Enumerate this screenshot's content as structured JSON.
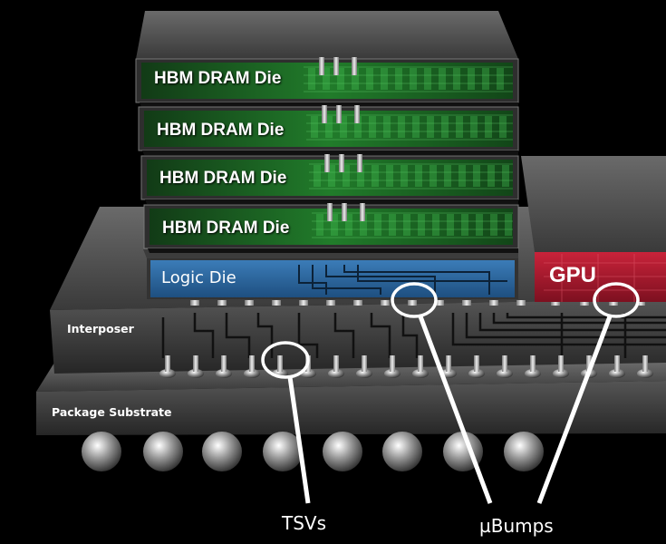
{
  "dram_dies": [
    {
      "label": "HBM DRAM Die"
    },
    {
      "label": "HBM DRAM Die"
    },
    {
      "label": "HBM DRAM Die"
    },
    {
      "label": "HBM DRAM Die"
    }
  ],
  "logic_die": {
    "label": "Logic Die"
  },
  "gpu": {
    "label": "GPU"
  },
  "interposer": {
    "label": "Interposer"
  },
  "substrate": {
    "label": "Package Substrate"
  },
  "callouts": {
    "tsv": "TSVs",
    "ubump": "µBumps"
  },
  "colors": {
    "background": "#000000",
    "dram_green": "#1f8a2a",
    "logic_blue": "#2f6fa8",
    "gpu_red": "#b01c2c",
    "layer_gray": "#4a4a4a",
    "callout_white": "#ffffff"
  }
}
